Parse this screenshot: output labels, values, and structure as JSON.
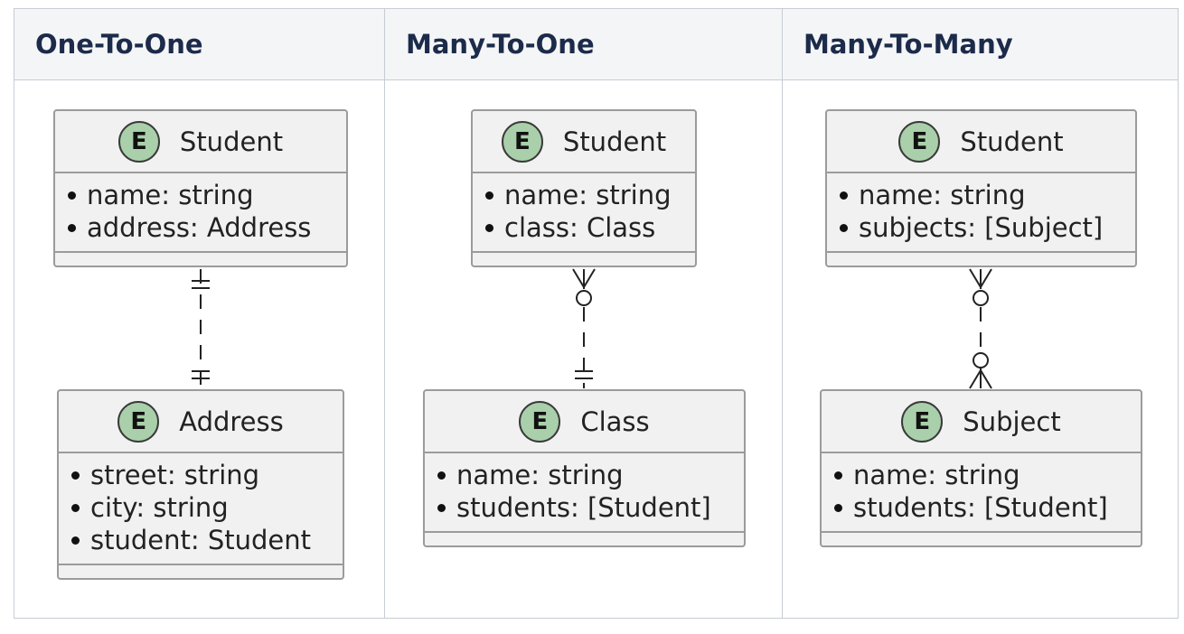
{
  "columns": [
    {
      "heading": "One-To-One",
      "entities": [
        {
          "badge": "E",
          "name": "Student",
          "attributes": [
            "name: string",
            "address: Address"
          ]
        },
        {
          "badge": "E",
          "name": "Address",
          "attributes": [
            "street: string",
            "city: string",
            "student: Student"
          ]
        }
      ],
      "relationship": {
        "from_end": "exactly-one",
        "to_end": "exactly-one",
        "line": "dashed"
      }
    },
    {
      "heading": "Many-To-One",
      "entities": [
        {
          "badge": "E",
          "name": "Student",
          "attributes": [
            "name: string",
            "class: Class"
          ]
        },
        {
          "badge": "E",
          "name": "Class",
          "attributes": [
            "name: string",
            "students: [Student]"
          ]
        }
      ],
      "relationship": {
        "from_end": "zero-or-many",
        "to_end": "exactly-one",
        "line": "dashed"
      }
    },
    {
      "heading": "Many-To-Many",
      "entities": [
        {
          "badge": "E",
          "name": "Student",
          "attributes": [
            "name: string",
            "subjects: [Subject]"
          ]
        },
        {
          "badge": "E",
          "name": "Subject",
          "attributes": [
            "name: string",
            "students: [Student]"
          ]
        }
      ],
      "relationship": {
        "from_end": "zero-or-many",
        "to_end": "zero-or-many",
        "line": "dashed"
      }
    }
  ],
  "colors": {
    "border": "#c7ccd4",
    "header_bg": "#f4f5f7",
    "heading_text": "#1c2b4a",
    "entity_bg": "#f1f1f1",
    "entity_border": "#9b9b9b",
    "badge_fill": "#a9d0aa"
  }
}
